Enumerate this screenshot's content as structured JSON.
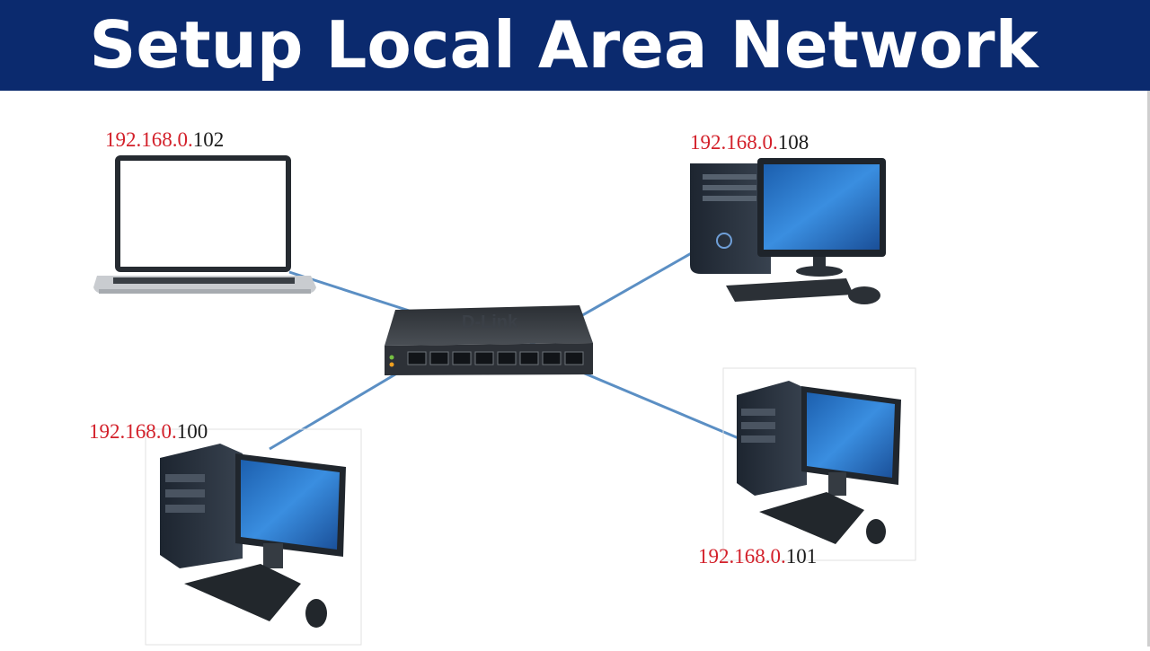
{
  "title": "Setup Local Area Network",
  "colors": {
    "banner": "#0b2a6e",
    "title_text": "#ffffff",
    "ip_network": "#d3202a",
    "ip_host": "#1a1a1a",
    "cable": "#5b8fc4"
  },
  "switch": {
    "brand": "D-Link",
    "ports": 8
  },
  "nodes": [
    {
      "name": "laptop",
      "ip_network": "192.168.0.",
      "ip_host": "102"
    },
    {
      "name": "desktop-top-right",
      "ip_network": "192.168.0.",
      "ip_host": "108"
    },
    {
      "name": "desktop-bottom-left",
      "ip_network": "192.168.0.",
      "ip_host": "100"
    },
    {
      "name": "desktop-bottom-right",
      "ip_network": "192.168.0.",
      "ip_host": "101"
    }
  ]
}
